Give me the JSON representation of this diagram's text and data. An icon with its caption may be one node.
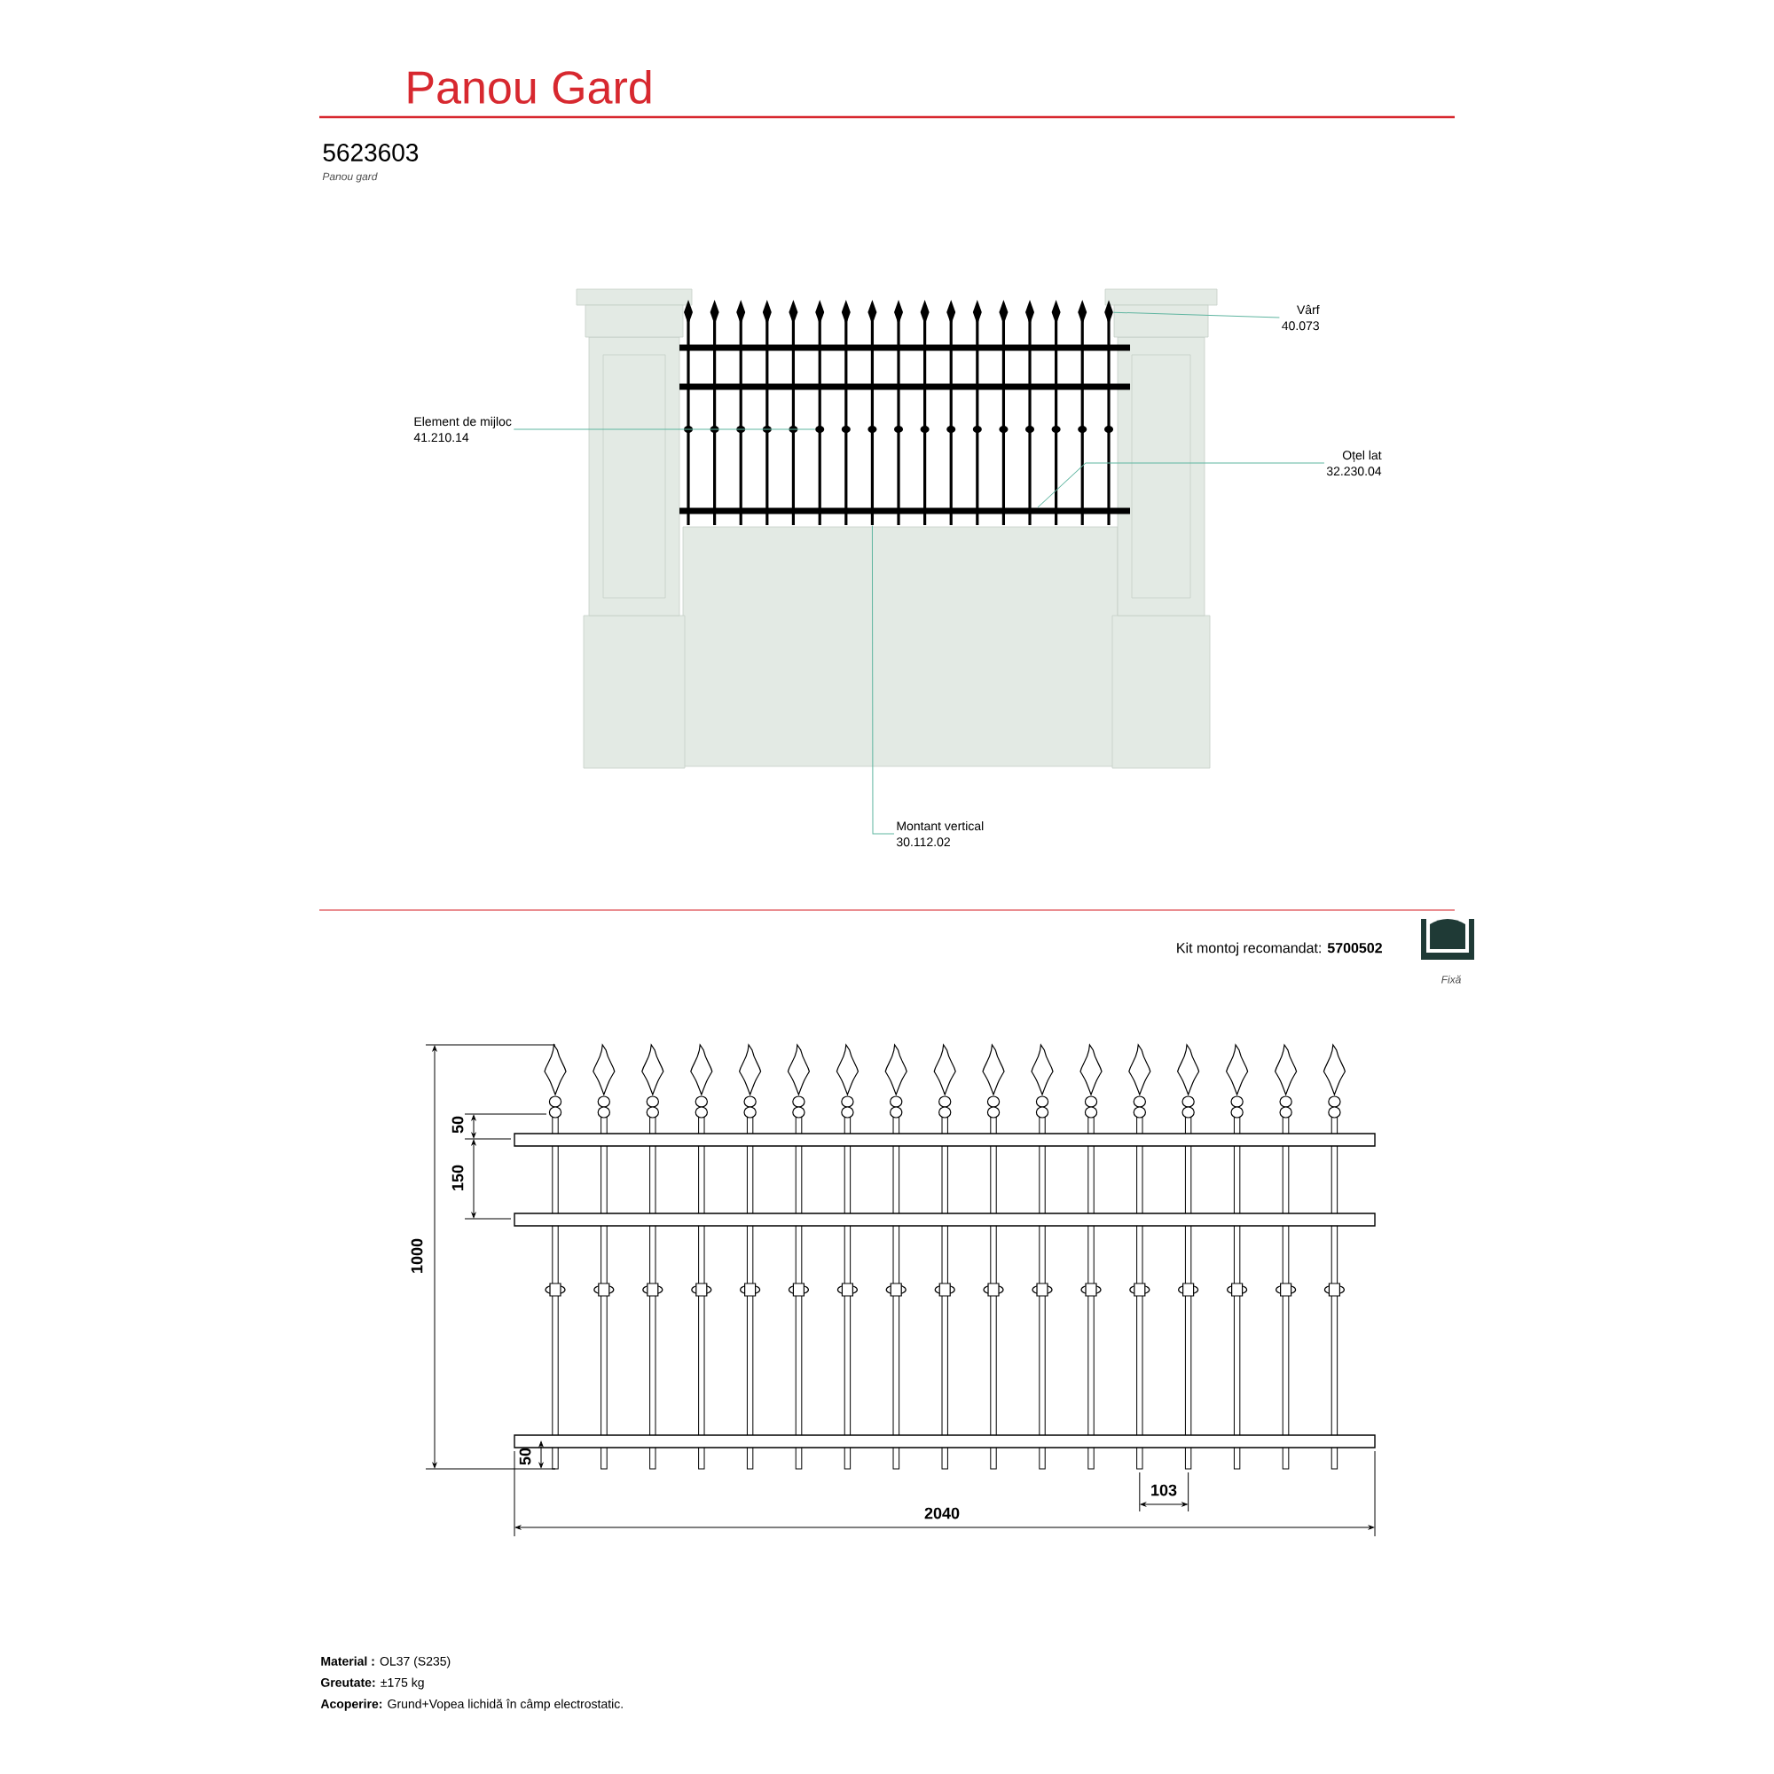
{
  "diagram": {
    "title": "Panou Gard",
    "nodes": [
      {
        "text": [
          "Vârf",
          "40.073"
        ]
      },
      {
        "text": [
          "Element de mijloc",
          "41.210.14"
        ]
      },
      {
        "text": [
          "Oțel lat",
          "32.230.04"
        ]
      },
      {
        "text": [
          "Montant vertical",
          "30.112.02"
        ]
      },
      {
        "text": [],
        "shape": "diamond"
      },
      {
        "text": [],
        "shape": "circle"
      },
      {
        "text": [],
        "shape": "bar"
      },
      {
        "text": [],
        "shape": "bar"
      }
    ],
    "edges": [
      {
        "from": 0,
        "to": 4,
        "arrow": "none"
      },
      {
        "from": 1,
        "to": 5,
        "arrow": "none"
      },
      {
        "from": 2,
        "to": 6,
        "arrow": "none"
      },
      {
        "from": 3,
        "to": 7,
        "arrow": "none"
      }
    ],
    "labels": [
      "5623603",
      "Panou gard",
      "Kit montoj recomandat: **5700502**",
      "Fixă",
      "1000",
      "50",
      "150",
      "50",
      "103",
      "2040",
      "**Material :** OL37 (S235)",
      "**Greutate:** ±175 kg",
      "**Acoperire:** Grund+Vopea lichidă în câmp electrostatic."
    ]
  }
}
